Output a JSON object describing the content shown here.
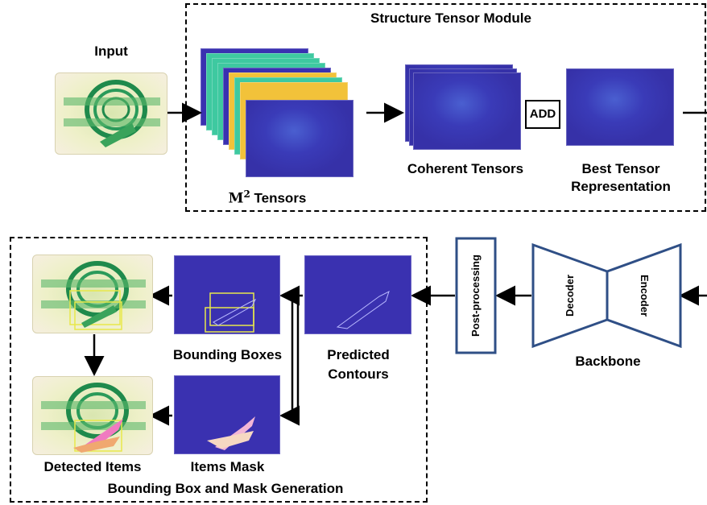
{
  "structure_module": {
    "title": "Structure Tensor Module"
  },
  "input": {
    "label": "Input"
  },
  "m2_tensors": {
    "label_prefix": "M",
    "label_sup": "2",
    "label_suffix": " Tensors"
  },
  "coherent": {
    "label": "Coherent Tensors"
  },
  "add": {
    "label": "ADD"
  },
  "best": {
    "line1": "Best Tensor",
    "line2": "Representation"
  },
  "backbone": {
    "label": "Backbone",
    "decoder": "Decoder",
    "encoder": "Encoder"
  },
  "postprocessing": {
    "label": "Post-processing"
  },
  "bbox_module": {
    "title": "Bounding Box and Mask Generation"
  },
  "predicted": {
    "line1": "Predicted",
    "line2": "Contours"
  },
  "bounding_boxes": {
    "label": "Bounding Boxes"
  },
  "items_mask": {
    "label": "Items Mask"
  },
  "detected": {
    "label": "Detected Items"
  },
  "colors": {
    "navy": "#3a31b0",
    "teal": "#3ec9a0",
    "yellow": "#f2c23a",
    "accent_blue": "#2f4f86"
  }
}
